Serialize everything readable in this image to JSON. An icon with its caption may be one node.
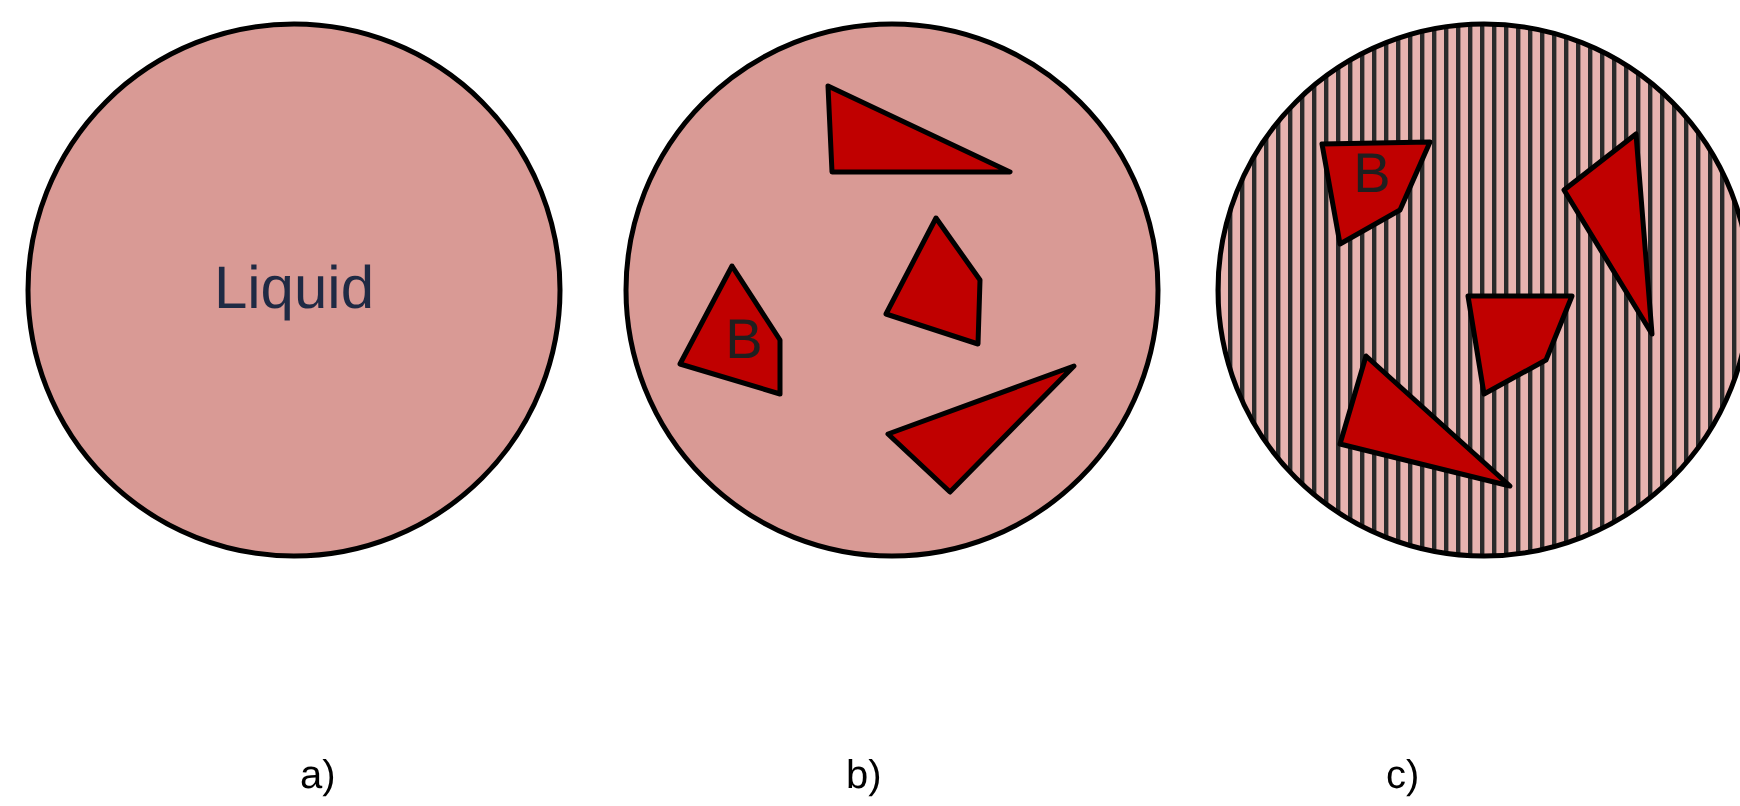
{
  "diagram": {
    "nodes": [
      {
        "text": [
          "Liquid"
        ]
      },
      {
        "text": [],
        "shape": "circle"
      },
      {
        "text": [],
        "shape": "triangle",
        "in": 1
      },
      {
        "text": [],
        "shape": "polygon",
        "in": 1
      },
      {
        "text": [
          "B"
        ],
        "in": 1
      },
      {
        "text": [],
        "shape": "triangle",
        "in": 1
      },
      {
        "text": [],
        "shape": "circle"
      },
      {
        "text": [
          "B"
        ],
        "in": 6
      },
      {
        "text": [],
        "shape": "triangle",
        "in": 6
      },
      {
        "text": [],
        "shape": "polygon",
        "in": 6
      },
      {
        "text": [],
        "shape": "triangle",
        "in": 6
      }
    ],
    "labels": [
      "a)",
      "b)",
      "c)"
    ]
  }
}
